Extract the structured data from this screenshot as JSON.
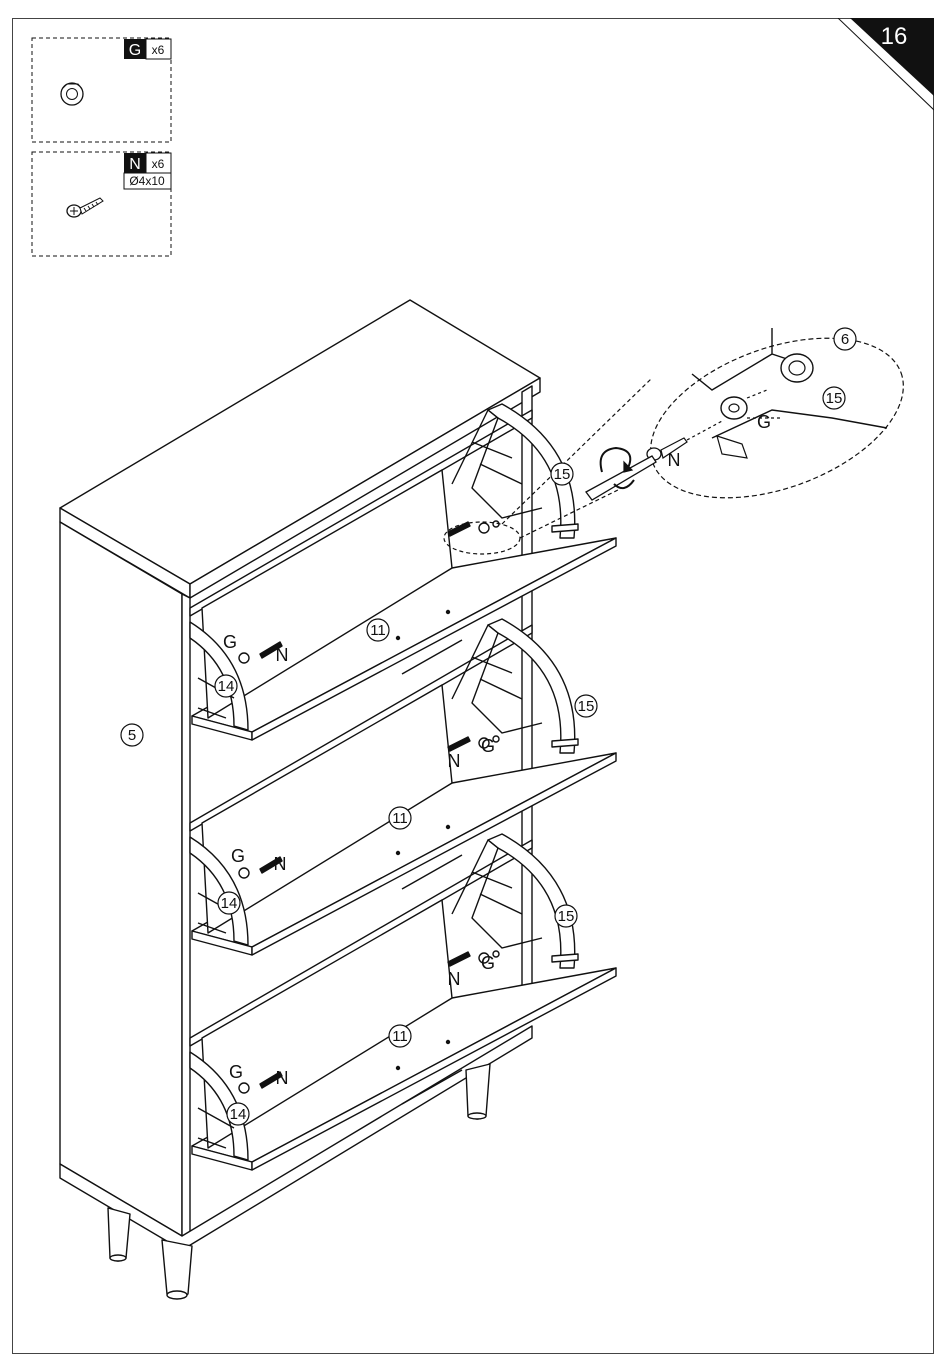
{
  "step": {
    "number": "16"
  },
  "hardware": [
    {
      "code": "G",
      "qty": "x6",
      "spec": ""
    },
    {
      "code": "N",
      "qty": "x6",
      "spec": "Ø4x10"
    }
  ],
  "parts": {
    "p5": "5",
    "p6": "6",
    "p11": "11",
    "p14": "14",
    "p15": "15"
  },
  "letters": {
    "G": "G",
    "N": "N"
  }
}
